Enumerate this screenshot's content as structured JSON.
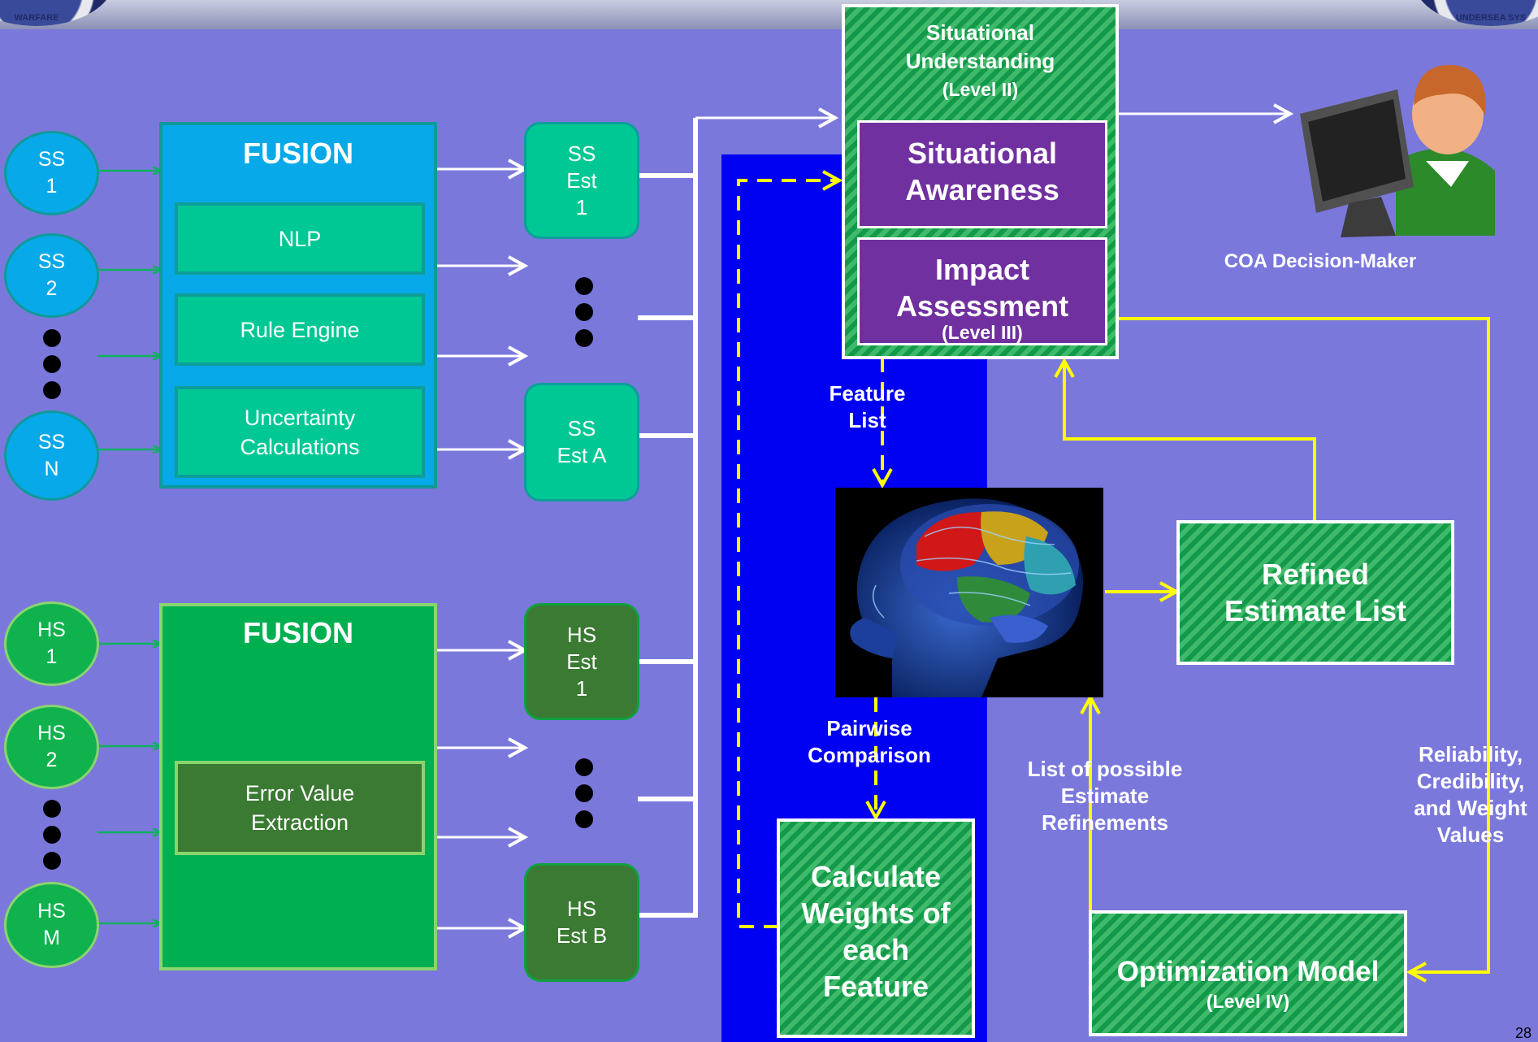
{
  "slide_number": "28",
  "colors": {
    "background": "#7b78dc",
    "ss_blue": "#08a9e8",
    "hs_green": "#10b24e",
    "arrow_yellow": "#ffff00",
    "panel_blue": "#0000f2",
    "purple": "#7030a0"
  },
  "soft_sources": [
    {
      "line1": "SS",
      "line2": "1"
    },
    {
      "line1": "SS",
      "line2": "2"
    },
    {
      "line1": "SS",
      "line2": "N"
    }
  ],
  "hard_sources": [
    {
      "line1": "HS",
      "line2": "1"
    },
    {
      "line1": "HS",
      "line2": "2"
    },
    {
      "line1": "HS",
      "line2": "M"
    }
  ],
  "soft_fusion": {
    "title": "FUSION",
    "nlp": "NLP",
    "rule_engine": "Rule Engine",
    "uncertainty_line1": "Uncertainty",
    "uncertainty_line2": "Calculations"
  },
  "hard_fusion": {
    "title": "FUSION",
    "error_line1": "Error Value",
    "error_line2": "Extraction"
  },
  "soft_estimates": [
    {
      "lines": [
        "SS",
        "Est",
        "1"
      ]
    },
    {
      "lines": [
        "SS",
        "Est A"
      ]
    }
  ],
  "hard_estimates": [
    {
      "lines": [
        "HS",
        "Est",
        "1"
      ]
    },
    {
      "lines": [
        "HS",
        "Est  B"
      ]
    }
  ],
  "situational_understanding": {
    "title_line1": "Situational",
    "title_line2": "Understanding",
    "level": "(Level II)",
    "awareness_line1": "Situational",
    "awareness_line2": "Awareness",
    "impact_line1": "Impact",
    "impact_line2": "Assessment",
    "impact_level": "(Level III)"
  },
  "decision_maker": "COA Decision-Maker",
  "feature_list": {
    "line1": "Feature",
    "line2": "List"
  },
  "pairwise": {
    "line1": "Pairwise",
    "line2": "Comparison"
  },
  "calculate_weights": {
    "line1": "Calculate",
    "line2": "Weights of",
    "line3": "each",
    "line4": "Feature"
  },
  "refined_estimate": {
    "line1": "Refined",
    "line2": "Estimate List"
  },
  "possible_refinements": {
    "line1": "List of possible",
    "line2": "Estimate",
    "line3": "Refinements"
  },
  "reliability": {
    "line1": "Reliability,",
    "line2": "Credibility,",
    "line3": "and Weight",
    "line4": "Values"
  },
  "optimization": {
    "title": "Optimization Model",
    "level": "(Level IV)"
  },
  "logos": {
    "left_text": "WARFARE",
    "right_text": "UNDERSEA SYS"
  }
}
